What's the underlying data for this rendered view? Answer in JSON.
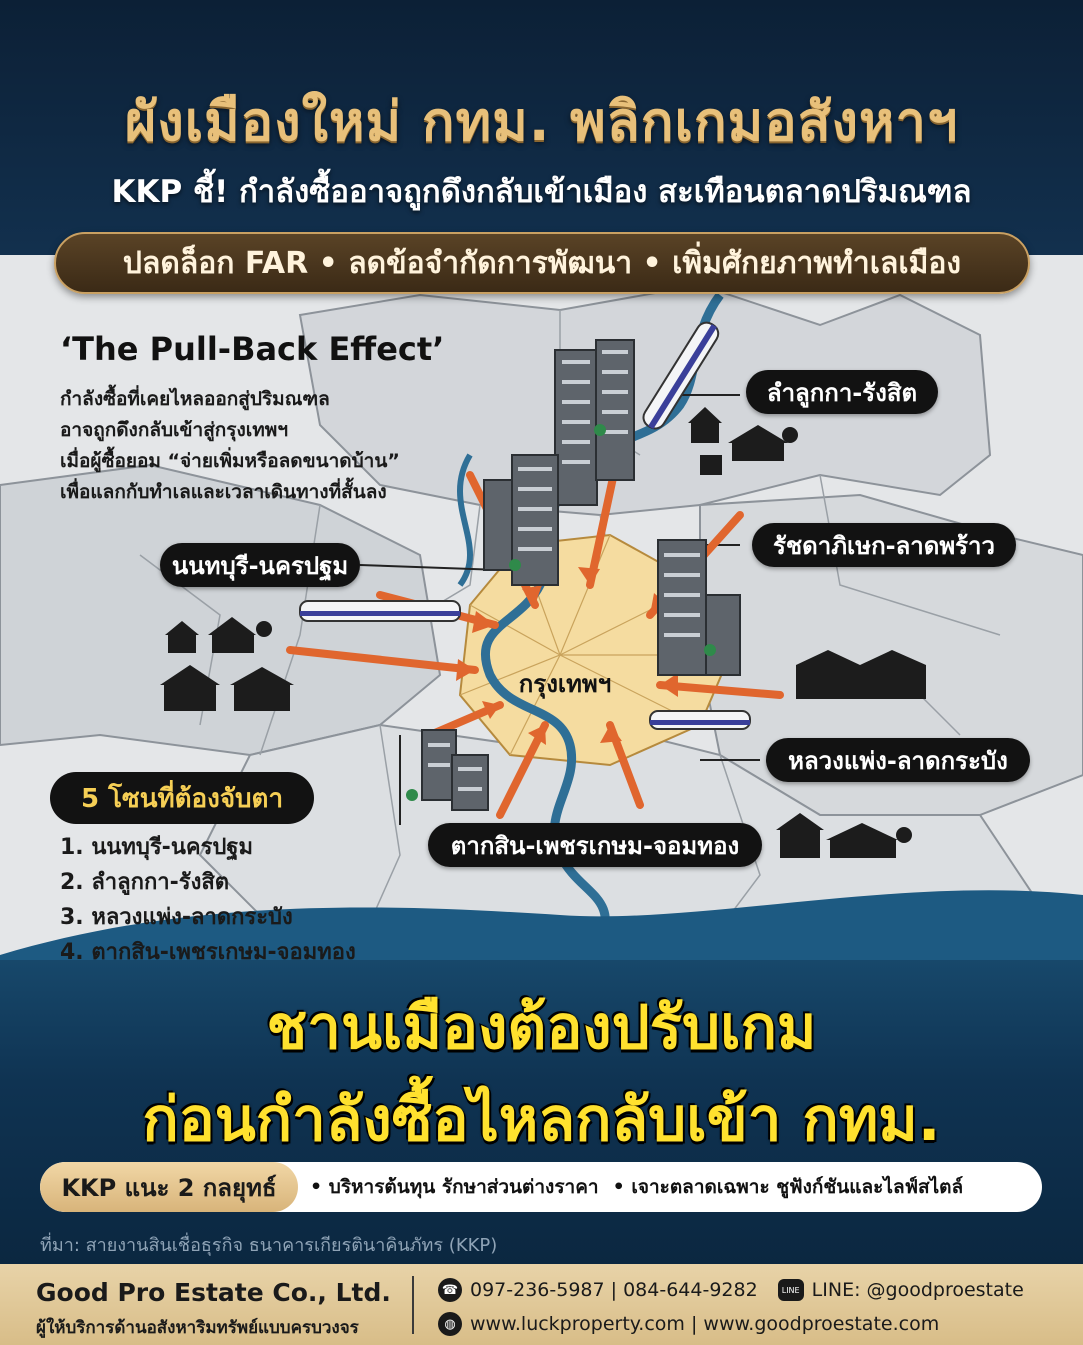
{
  "header": {
    "title": "ผังเมืองใหม่ กทม. พลิกเกมอสังหาฯ",
    "subtitle": "KKP ชี้! กำลังซื้ออาจถูกดึงกลับเข้าเมือง สะเทือนตลาดปริมณฑล",
    "banner": "ปลดล็อก FAR • ลดข้อจำกัดการพัฒนา • เพิ่มศักยภาพทำเลเมือง"
  },
  "pullback": {
    "title": "‘The Pull-Back Effect’",
    "lines": [
      "กำลังซื้อที่เคยไหลออกสู่ปริมณฑล",
      "อาจถูกดึงกลับเข้าสู่กรุงเทพฯ",
      "เมื่อผู้ซื้อยอม “จ่ายเพิ่มหรือลดขนาดบ้าน”",
      "เพื่อแลกกับทำเลและเวลาเดินทางที่สั้นลง"
    ]
  },
  "map": {
    "center": "กรุงเทพฯ",
    "areas": {
      "lamlukka": "ลำลูกกา-รังสิต",
      "ratchada": "รัชดาภิเษก-ลาดพร้าว",
      "nonthaburi": "นนทบุรี-นครปฐม",
      "luangphaeng": "หลวงแพ่ง-ลาดกระบัง",
      "taksin": "ตากสิน-เพชรเกษม-จอมทอง"
    },
    "colors": {
      "center": "#f5dca0",
      "arrow": "#e0662e",
      "river": "#2f6f96",
      "district": "#c9cdd2"
    }
  },
  "zones": {
    "title": "5 โซนที่ต้องจับตา",
    "items": [
      "1. นนทบุรี-นครปฐม",
      "2. ลำลูกกา-รังสิต",
      "3. หลวงแพ่ง-ลาดกระบัง",
      "4. ตากสิน-เพชรเกษม-จอมทอง"
    ]
  },
  "headline": {
    "line1": "ชานเมืองต้องปรับเกม",
    "line2": "ก่อนกำลังซื้อไหลกลับเข้า กทม."
  },
  "strategy": {
    "label": "KKP แนะ 2 กลยุทธ์",
    "items": [
      "• บริหารต้นทุน รักษาส่วนต่างราคา",
      "• เจาะตลาดเฉพาะ ชูฟังก์ชันและไลฟ์สไตล์"
    ]
  },
  "source": "ที่มา: สายงานสินเชื่อธุรกิจ ธนาคารเกียรตินาคินภัทร (KKP)",
  "footer": {
    "company": "Good Pro Estate Co., Ltd.",
    "tagline": "ผู้ให้บริการด้านอสังหาริมทรัพย์แบบครบวงจร",
    "phones": "097-236-5987 | 084-644-9282",
    "line_id": "LINE: @goodproestate",
    "line_icon_text": "LINE",
    "websites": "www.luckproperty.com  |  www.goodproestate.com"
  },
  "icons": {
    "phone": "phone-icon",
    "line": "line-icon",
    "web": "globe-icon"
  },
  "colors": {
    "gold": "#e8c07a",
    "headline": "#ffe12e",
    "navy": "#0f2740"
  }
}
